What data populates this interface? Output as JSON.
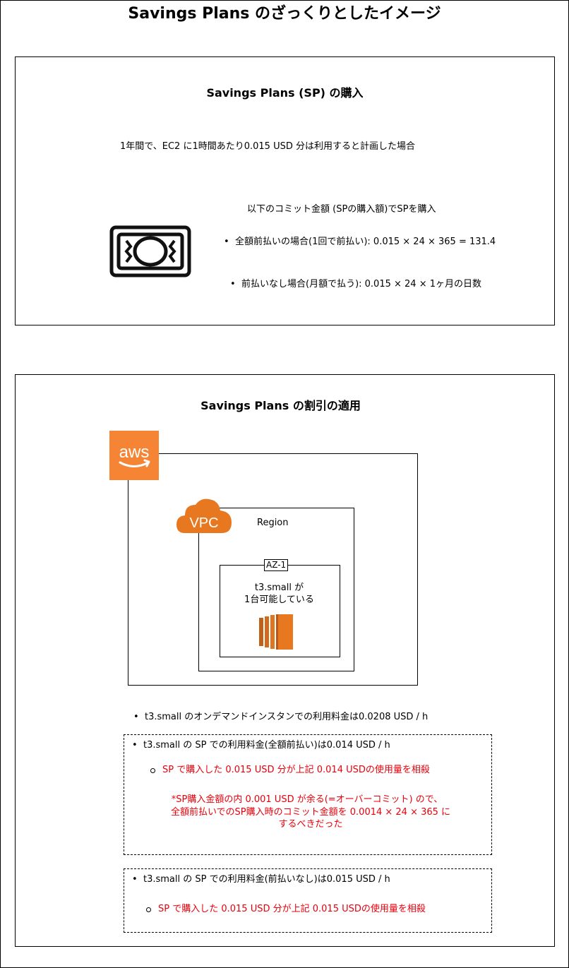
{
  "title": "Savings Plans のざっくりとしたイメージ",
  "purchase": {
    "heading": "Savings Plans (SP) の購入",
    "scenario": "1年間で、EC2 に1時間あたり0.015 USD 分は利用すると計画した場合",
    "commit_heading": "以下のコミット金額 (SPの購入額)でSPを購入",
    "bullets": [
      "全額前払いの場合(1回で前払い): 0.015 × 24 × 365 = 131.4",
      "前払いなし場合(月額で払う): 0.015 × 24 × 1ヶ月の日数"
    ],
    "icon": "money-bill-icon"
  },
  "discount": {
    "heading": "Savings Plans の割引の適用",
    "aws_logo": "aws",
    "vpc_label": "VPC",
    "region_label": "Region",
    "az_label": "AZ-1",
    "instance_text_1": "t3.small が",
    "instance_text_2": "1台可能している",
    "ondemand_bullet": "t3.small のオンデマンドインスタンでの利用料金は0.0208 USD / h",
    "upfront": {
      "bullet": "t3.small の SP での利用料金(全額前払い)は0.014 USD / h",
      "sub_bullet": "SP で購入した 0.015 USD 分が上記 0.014 USDの使用量を相殺",
      "note_line1": "*SP購入金額の内 0.001 USD が余る(=オーバーコミット) ので、",
      "note_line2": "全額前払いでのSP購入時のコミット金額を 0.0014 × 24 × 365 に",
      "note_line3": "するべきだった"
    },
    "no_upfront": {
      "bullet": "t3.small の SP での利用料金(前払いなし)は0.015 USD / h",
      "sub_bullet": "SP で購入した 0.015 USD 分が上記 0.015 USDの使用量を相殺"
    }
  },
  "colors": {
    "aws_orange": "#f58534",
    "ec2_orange": "#e8781f",
    "red_text": "#e8000b"
  }
}
